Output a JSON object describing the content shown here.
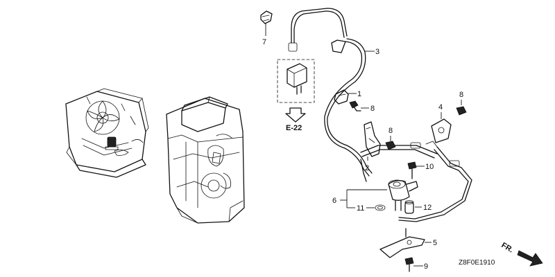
{
  "diagram": {
    "callouts": {
      "p1": "1",
      "p2": "2",
      "p3": "3",
      "p4": "4",
      "p5": "5",
      "p6": "6",
      "p7": "7",
      "p8a": "8",
      "p8b": "8",
      "p8c": "8",
      "p9": "9",
      "p10": "10",
      "p11": "11",
      "p12": "12"
    },
    "reference": "E-22",
    "direction_label": "FR.",
    "diagram_code": "Z8F0E1910"
  }
}
